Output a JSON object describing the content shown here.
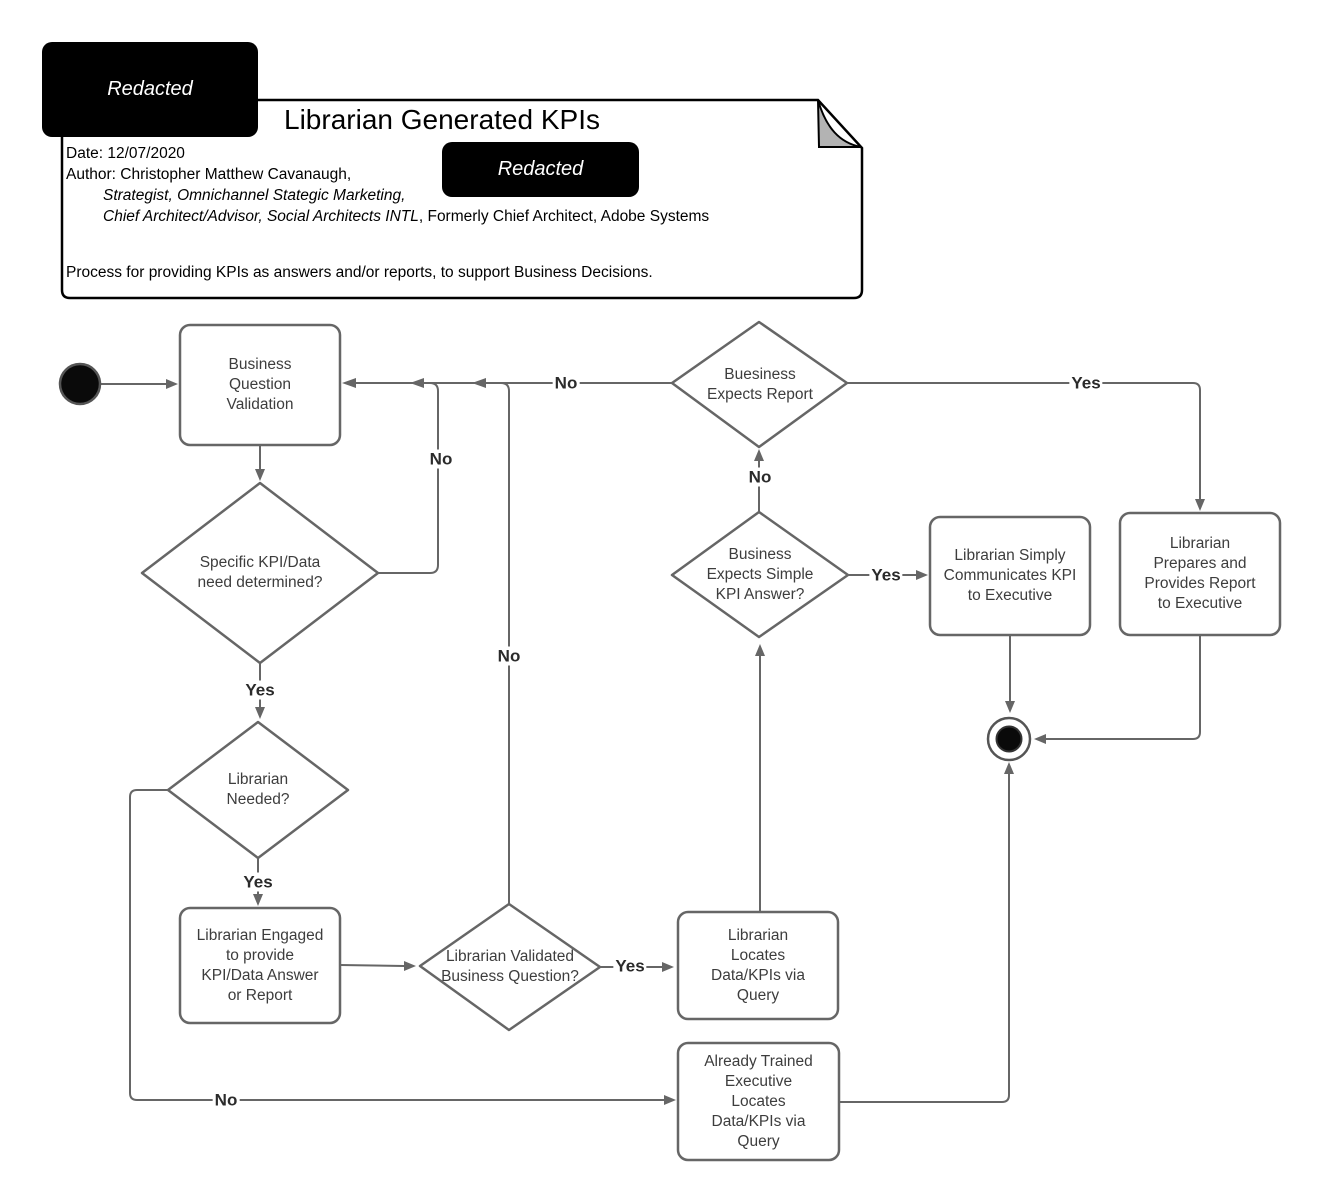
{
  "header": {
    "title": "Librarian Generated KPIs",
    "redacted_label_top": "Redacted",
    "redacted_label_inline": "Redacted",
    "date_line": "Date: 12/07/2020",
    "author_line": "Author: Christopher Matthew Cavanaugh,",
    "author_role_1": "Strategist, Omnichannel Stategic Marketing,",
    "author_role_2_italic": "Chief Architect/Advisor, Social Architects INTL",
    "author_role_2_rest": ", Formerly Chief Architect, Adobe Systems",
    "description": "Process for providing KPIs as answers and/or reports, to support Business Decisions."
  },
  "flow": {
    "nodes": {
      "business_question_validation": "Business Question Validation",
      "specific_kpi": "Specific KPI/Data need determined?",
      "librarian_needed": "Librarian Needed?",
      "librarian_engaged": "Librarian Engaged to provide KPI/Data Answer or Report",
      "librarian_validated": "Librarian Validated Business Question?",
      "librarian_locates": "Librarian Locates Data/KPIs via Query",
      "already_trained": "Already Trained Executive Locates Data/KPIs via Query",
      "business_expects_report": "Buesiness Expects Report",
      "business_expects_simple": "Business Expects Simple KPI Answer?",
      "librarian_simply": "Librarian Simply Communicates KPI to Executive",
      "librarian_prepares": "Librarian Prepares and Provides Report to Executive"
    },
    "labels": {
      "yes": "Yes",
      "no": "No"
    }
  },
  "colors": {
    "line": "#666666",
    "node_text": "#3d3d3d",
    "note_border": "#000000",
    "fold_fill": "#b3b3b3",
    "redacted_bg": "#000000"
  }
}
